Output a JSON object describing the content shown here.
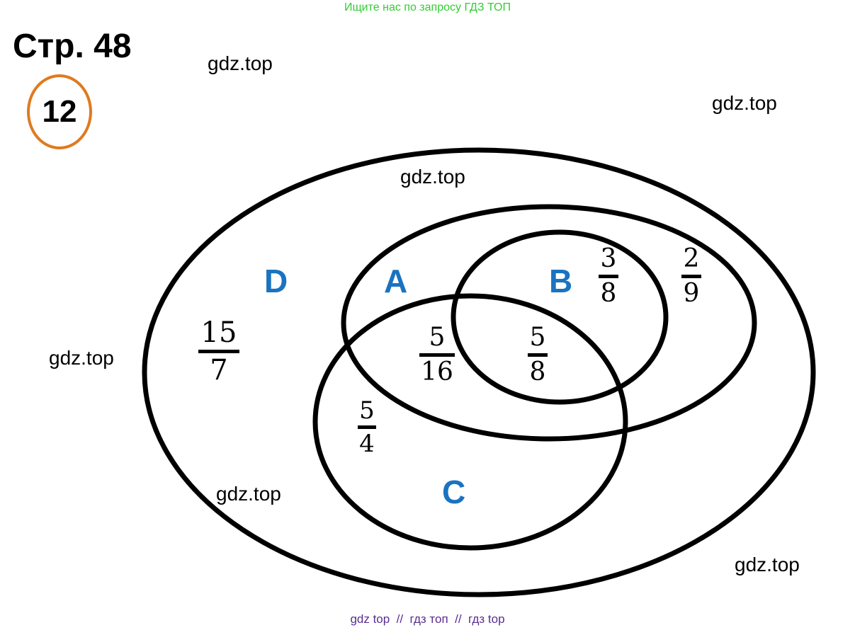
{
  "header": {
    "top_note": "Ищите нас по запросу ГДЗ ТОП",
    "page_title": "Стр. 48",
    "task_number": "12"
  },
  "watermarks": [
    "gdz.top",
    "gdz.top",
    "gdz.top",
    "gdz.top",
    "gdz.top",
    "gdz.top"
  ],
  "sets": {
    "D": "D",
    "A": "A",
    "B": "B",
    "C": "C"
  },
  "fractions": {
    "d_only": {
      "num": "15",
      "den": "7"
    },
    "a_and_c": {
      "num": "5",
      "den": "16"
    },
    "b_and_c": {
      "num": "5",
      "den": "8"
    },
    "b_only": {
      "num": "3",
      "den": "8"
    },
    "a_only": {
      "num": "2",
      "den": "9"
    },
    "c_only": {
      "num": "5",
      "den": "4"
    }
  },
  "colors": {
    "set_label": "#1a73c0",
    "task_circle": "#e07a1f",
    "top_note": "#33cc33",
    "footer": "#5a2d91"
  },
  "footer": "gdz top  //  гдз топ  //  гдз top"
}
